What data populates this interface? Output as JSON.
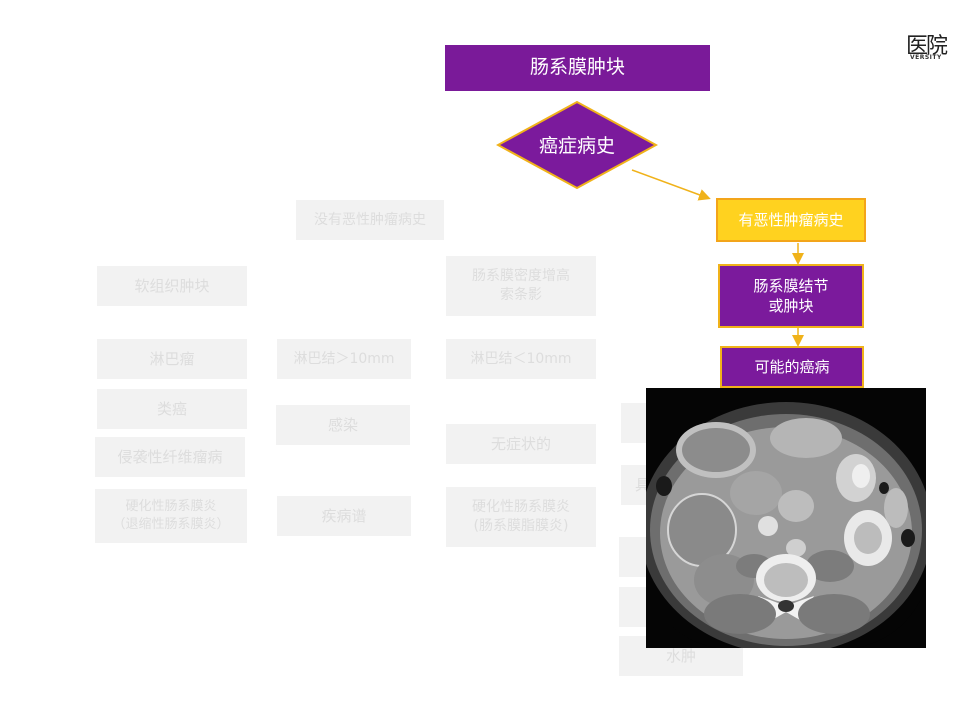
{
  "logo": {
    "text": "医院",
    "subtext": "VERSITY"
  },
  "flowchart": {
    "root": "肠系膜肿块",
    "decision": "癌症病史",
    "branch_no": "没有恶性肿瘤病史",
    "branch_yes": "有恶性肿瘤病史",
    "yes_path": [
      "肠系膜结节\n或肿块",
      "可能的癌病"
    ],
    "no_path": {
      "soft_tissue_mass": "软组织肿块",
      "soft_tissue_items": [
        "淋巴瘤",
        "类癌",
        "侵袭性纤维瘤病",
        "硬化性肠系膜炎\n（退缩性肠系膜炎）"
      ],
      "lymph_large": "淋巴结＞10mm",
      "lymph_large_items": [
        "感染",
        "疾病谱"
      ],
      "density_increase": "肠系膜密度增高\n索条影",
      "lymph_small": "淋巴结＜10mm",
      "lymph_small_items": [
        "无症状的",
        "硬化性肠系膜炎\n(肠系膜脂膜炎)"
      ],
      "partial_right": [
        "具",
        "水肿"
      ]
    }
  },
  "image": {
    "description_icon": "ct-scan-abdomen-axial"
  },
  "colors": {
    "purple": "#7b1a9c",
    "yellow": "#ffd21f",
    "border_gold": "#f0b21a",
    "faded_box": "#f2f2f2",
    "faded_text": "#dddddd",
    "arrow": "#f0b21a"
  }
}
